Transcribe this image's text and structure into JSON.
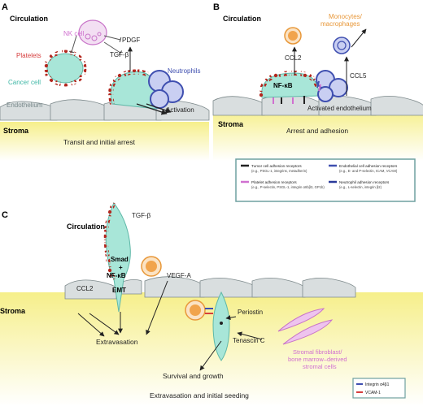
{
  "panel_a": {
    "letter": "A",
    "region_top": "Circulation",
    "region_bottom": "Stroma",
    "nk_cell": "NK cell",
    "platelets": "Platelets",
    "cancer_cell": "Cancer cell",
    "endothelium": "Endothelium",
    "pdgf": "PDGF",
    "tgf_beta": "TGF-β",
    "neutrophils": "Neutrophils",
    "activation": "Activation",
    "caption": "Transit and initial arrest"
  },
  "panel_b": {
    "letter": "B",
    "region_top": "Circulation",
    "region_bottom": "Stroma",
    "monocytes_line1": "Monocytes/",
    "monocytes_line2": "macrophages",
    "ccl2": "CCL2",
    "ccl5": "CCL5",
    "nfkb": "NF-κB",
    "activated_endothelium": "Activated endothelium",
    "caption": "Arrest and adhesion"
  },
  "legend_b": {
    "tumor_line1": "Tumor cell adhesion receptors",
    "tumor_line2": "(e.g., PSGL-1, integrins, metadherin)",
    "platelet_line1": "Platelet adhesion receptors",
    "platelet_line2": "(e.g., P-selectin, PSGL-1, integrin αIIbβ3, GP1b)",
    "endo_line1": "Endothelial cell adhesion receptors",
    "endo_line2": "(e.g., E- and P-selectin, ICAM, VCAM)",
    "neutro_line1": "Neutrophil adhesion receptors",
    "neutro_line2": "(e.g., L-selectin, integrin β2)"
  },
  "panel_c": {
    "letter": "C",
    "region_top": "Circulation",
    "region_bottom": "Stroma",
    "tgf_beta": "TGF-β",
    "smad": "Smad",
    "plus": "+",
    "nfkb": "NF-κB",
    "emt": "EMT",
    "ccl2": "CCL2",
    "vegfa": "VEGF-A",
    "extravasation": "Extravasation",
    "periostin": "Periostin",
    "tenascin": "Tenascin C",
    "fibro_line1": "Stromal fibroblast/",
    "fibro_line2": "bone marrow–derived",
    "fibro_line3": "stromal cells",
    "survival": "Survival and growth",
    "caption": "Extravasation and initial seeding"
  },
  "legend_c": {
    "integrin": "Integrin α4β1",
    "vcam": "VCAM-1"
  },
  "colors": {
    "cancer_cell": "#a8e6d8",
    "platelet": "#b3281f",
    "nk_cell": "#d87fd8",
    "neutrophil": "#3f4fb0",
    "monocyte": "#f1a44c",
    "endothelium": "#d9dedf",
    "stroma_top": "#f7f1a0",
    "stroma_bottom": "#ffffff",
    "label_red": "#d63d3d",
    "label_pink": "#d070d0",
    "label_teal": "#3fb7a6",
    "label_orange": "#e8983a"
  }
}
